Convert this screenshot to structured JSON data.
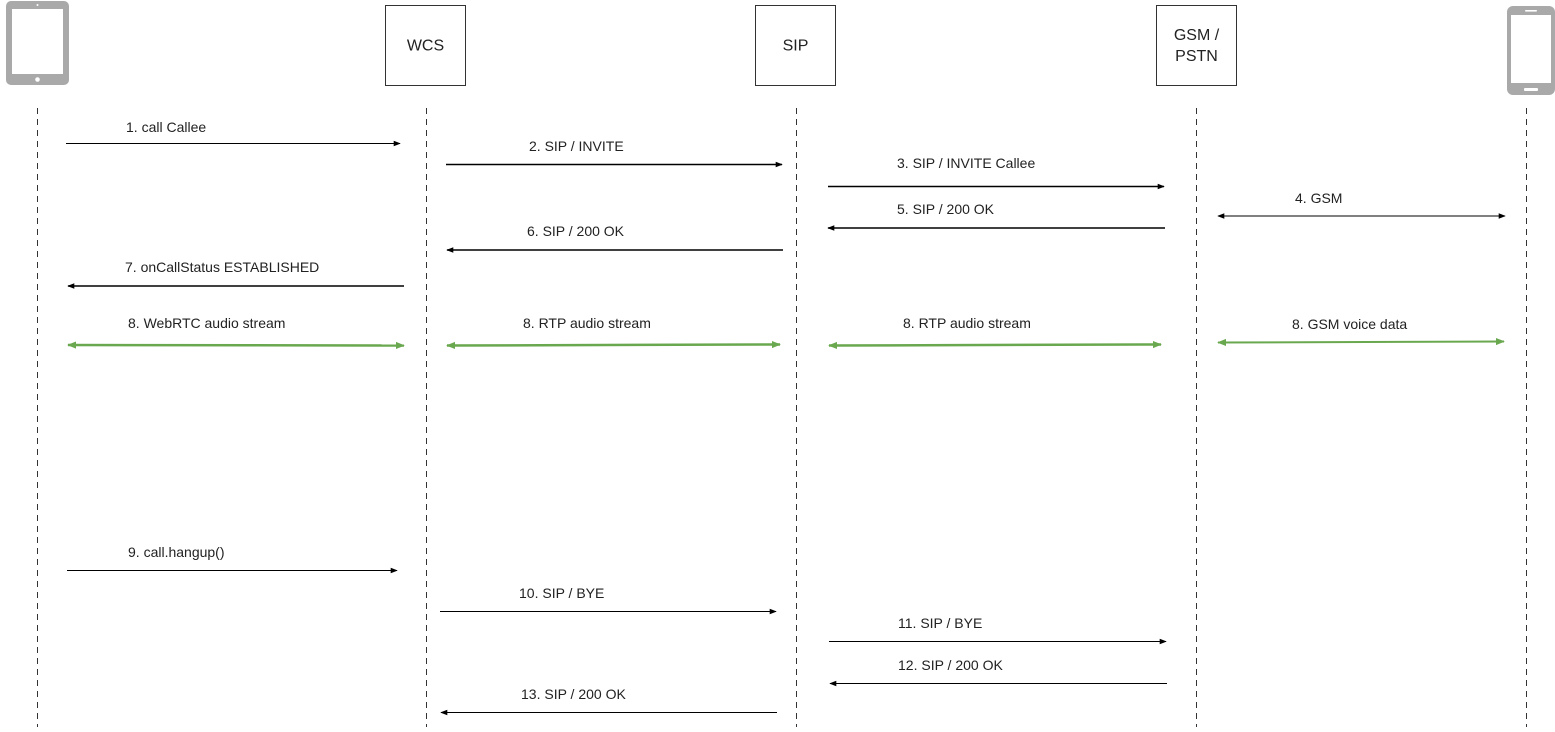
{
  "participants": [
    {
      "id": "tablet",
      "label": "",
      "icon": "tablet-icon"
    },
    {
      "id": "wcs",
      "label": "WCS"
    },
    {
      "id": "sip",
      "label": "SIP"
    },
    {
      "id": "gsm",
      "label_line1": "GSM /",
      "label_line2": "PSTN"
    },
    {
      "id": "phone",
      "label": "",
      "icon": "smartphone-icon"
    }
  ],
  "messages": [
    {
      "label": "1. call Callee",
      "from": "tablet",
      "to": "wcs",
      "direction": "right",
      "style": "black"
    },
    {
      "label": "2. SIP / INVITE",
      "from": "wcs",
      "to": "sip",
      "direction": "right",
      "style": "black"
    },
    {
      "label": "3. SIP / INVITE Callee",
      "from": "sip",
      "to": "gsm",
      "direction": "right",
      "style": "black"
    },
    {
      "label": "4. GSM",
      "from": "gsm",
      "to": "phone",
      "direction": "both",
      "style": "black"
    },
    {
      "label": "5. SIP / 200 OK",
      "from": "gsm",
      "to": "sip",
      "direction": "left",
      "style": "black"
    },
    {
      "label": "6. SIP / 200 OK",
      "from": "sip",
      "to": "wcs",
      "direction": "left",
      "style": "black"
    },
    {
      "label": "7. onCallStatus ESTABLISHED",
      "from": "wcs",
      "to": "tablet",
      "direction": "left",
      "style": "black"
    },
    {
      "label": "8. WebRTC audio stream",
      "from": "tablet",
      "to": "wcs",
      "direction": "both",
      "style": "green"
    },
    {
      "label": "8. RTP audio stream",
      "from": "wcs",
      "to": "sip",
      "direction": "both",
      "style": "green"
    },
    {
      "label": "8. RTP audio stream",
      "from": "sip",
      "to": "gsm",
      "direction": "both",
      "style": "green"
    },
    {
      "label": "8. GSM voice data",
      "from": "gsm",
      "to": "phone",
      "direction": "both",
      "style": "green"
    },
    {
      "label": "9. call.hangup()",
      "from": "tablet",
      "to": "wcs",
      "direction": "right",
      "style": "black"
    },
    {
      "label": "10. SIP / BYE",
      "from": "wcs",
      "to": "sip",
      "direction": "right",
      "style": "black"
    },
    {
      "label": "11. SIP / BYE",
      "from": "sip",
      "to": "gsm",
      "direction": "right",
      "style": "black"
    },
    {
      "label": "12. SIP / 200 OK",
      "from": "gsm",
      "to": "sip",
      "direction": "left",
      "style": "black"
    },
    {
      "label": "13. SIP / 200 OK",
      "from": "sip",
      "to": "wcs",
      "direction": "left",
      "style": "black"
    }
  ],
  "colors": {
    "line_black": "#000000",
    "line_green": "#6aa84f",
    "device_gray": "#a9a9a9",
    "box_stroke": "#333333",
    "text": "#222222"
  }
}
